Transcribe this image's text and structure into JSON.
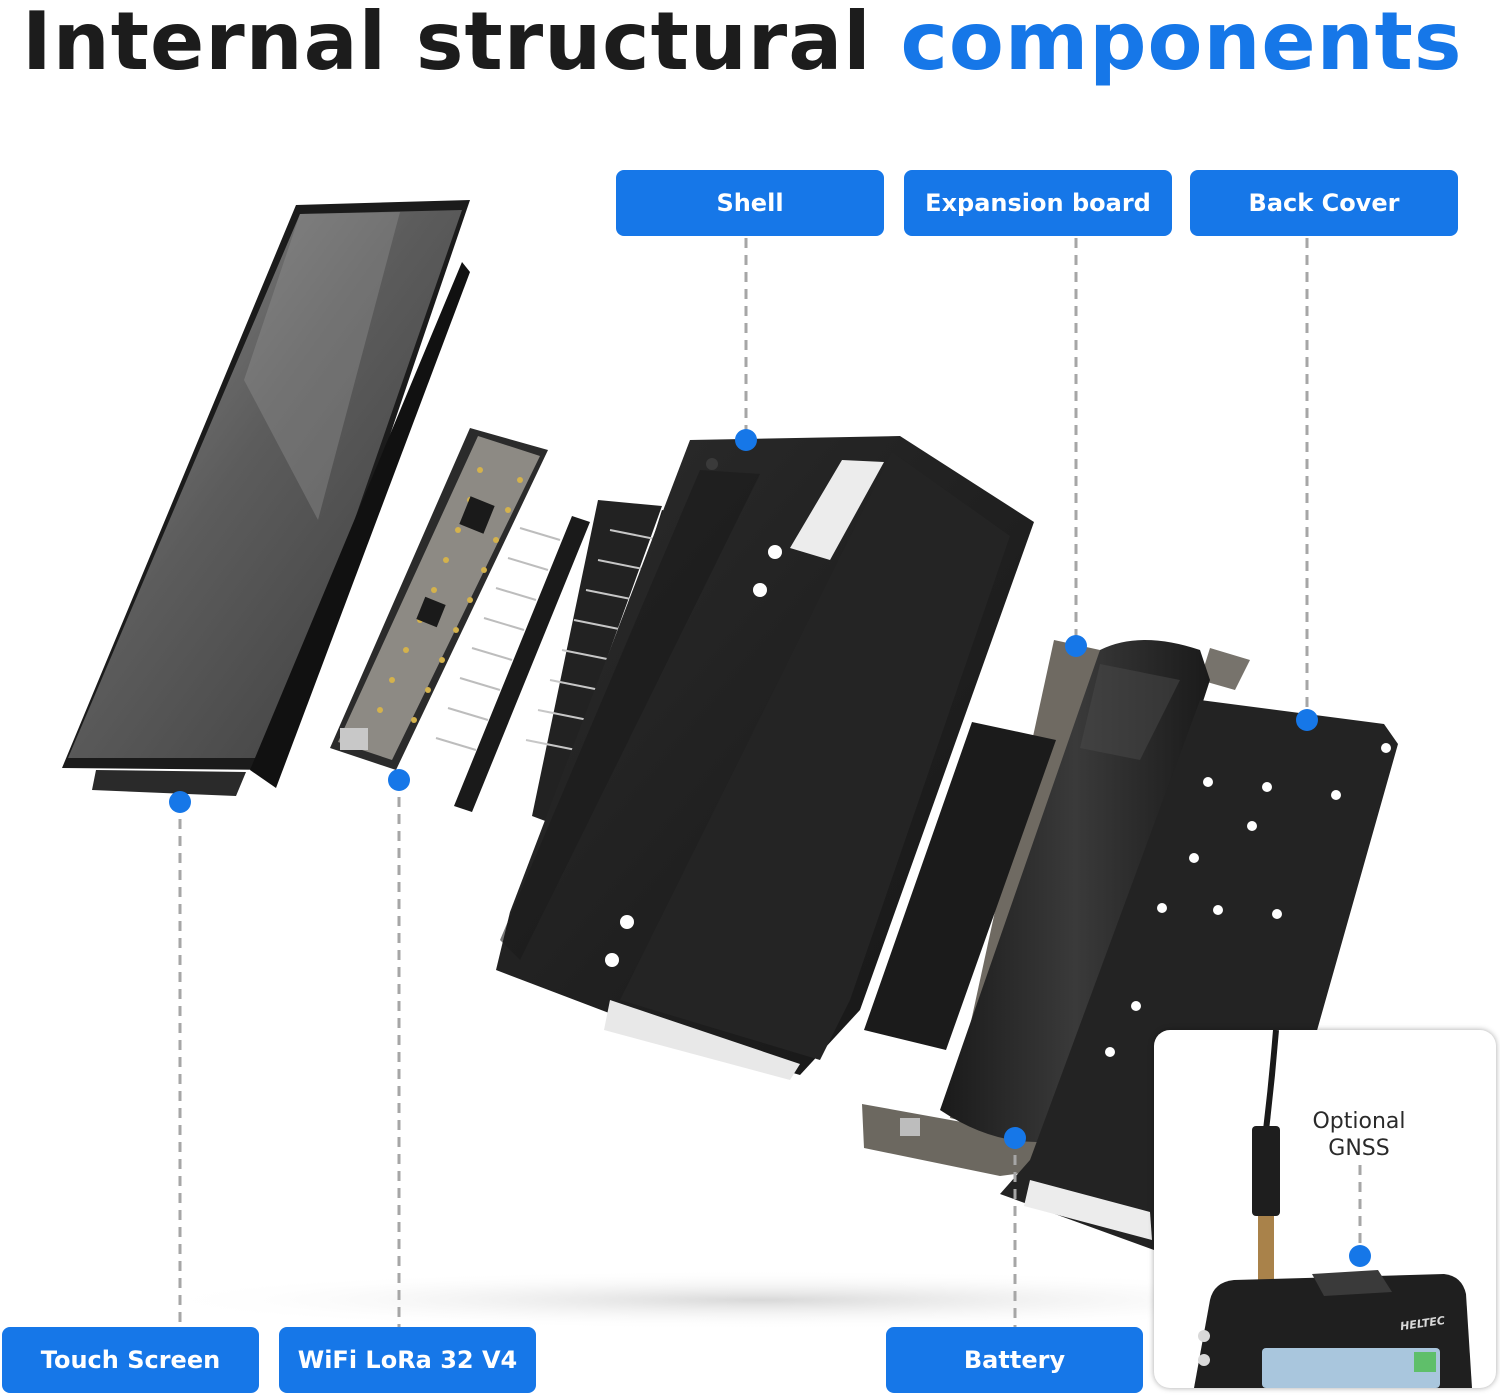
{
  "title": {
    "part1": "Internal structural",
    "part2": "components"
  },
  "labels": {
    "shell": "Shell",
    "expansion_board": "Expansion board",
    "back_cover": "Back Cover",
    "touch_screen": "Touch Screen",
    "wifi_lora": "WiFi LoRa 32 V4",
    "battery": "Battery"
  },
  "inset": {
    "label": "Optional GNSS",
    "brand": "HELTEC"
  },
  "colors": {
    "accent": "#1677e8",
    "title": "#1c1c1c",
    "component": "#1e1e1e"
  }
}
